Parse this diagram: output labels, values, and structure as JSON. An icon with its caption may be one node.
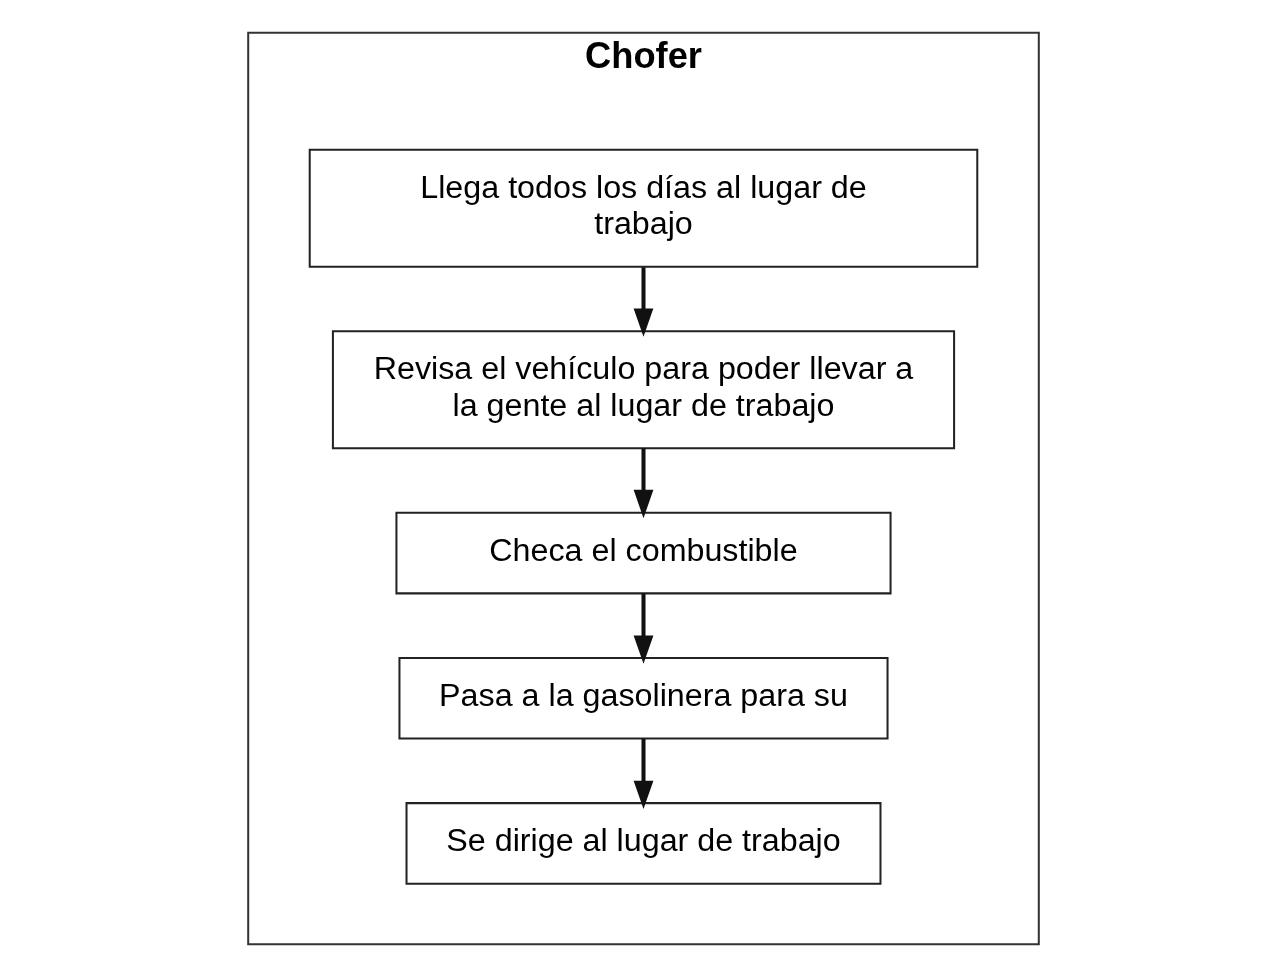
{
  "diagram": {
    "nodes": [
      {
        "text": [
          "Chofer"
        ]
      },
      {
        "text": [
          "Llega todos los días al lugar de trabajo"
        ],
        "in": 0
      },
      {
        "text": [
          "Revisa el vehículo para poder llevar a la gente al lugar de trabajo"
        ],
        "in": 0
      },
      {
        "text": [
          "Checa el combustible"
        ],
        "in": 0
      },
      {
        "text": [
          "Pasa a la gasolinera para su"
        ],
        "in": 0
      },
      {
        "text": [
          "Se dirige al lugar de trabajo"
        ],
        "in": 0
      }
    ],
    "edges": [
      {
        "from": 1,
        "to": 2,
        "arrow": "to"
      },
      {
        "from": 2,
        "to": 3,
        "arrow": "to"
      },
      {
        "from": 3,
        "to": 4,
        "arrow": "to"
      },
      {
        "from": 4,
        "to": 5,
        "arrow": "to"
      }
    ]
  }
}
